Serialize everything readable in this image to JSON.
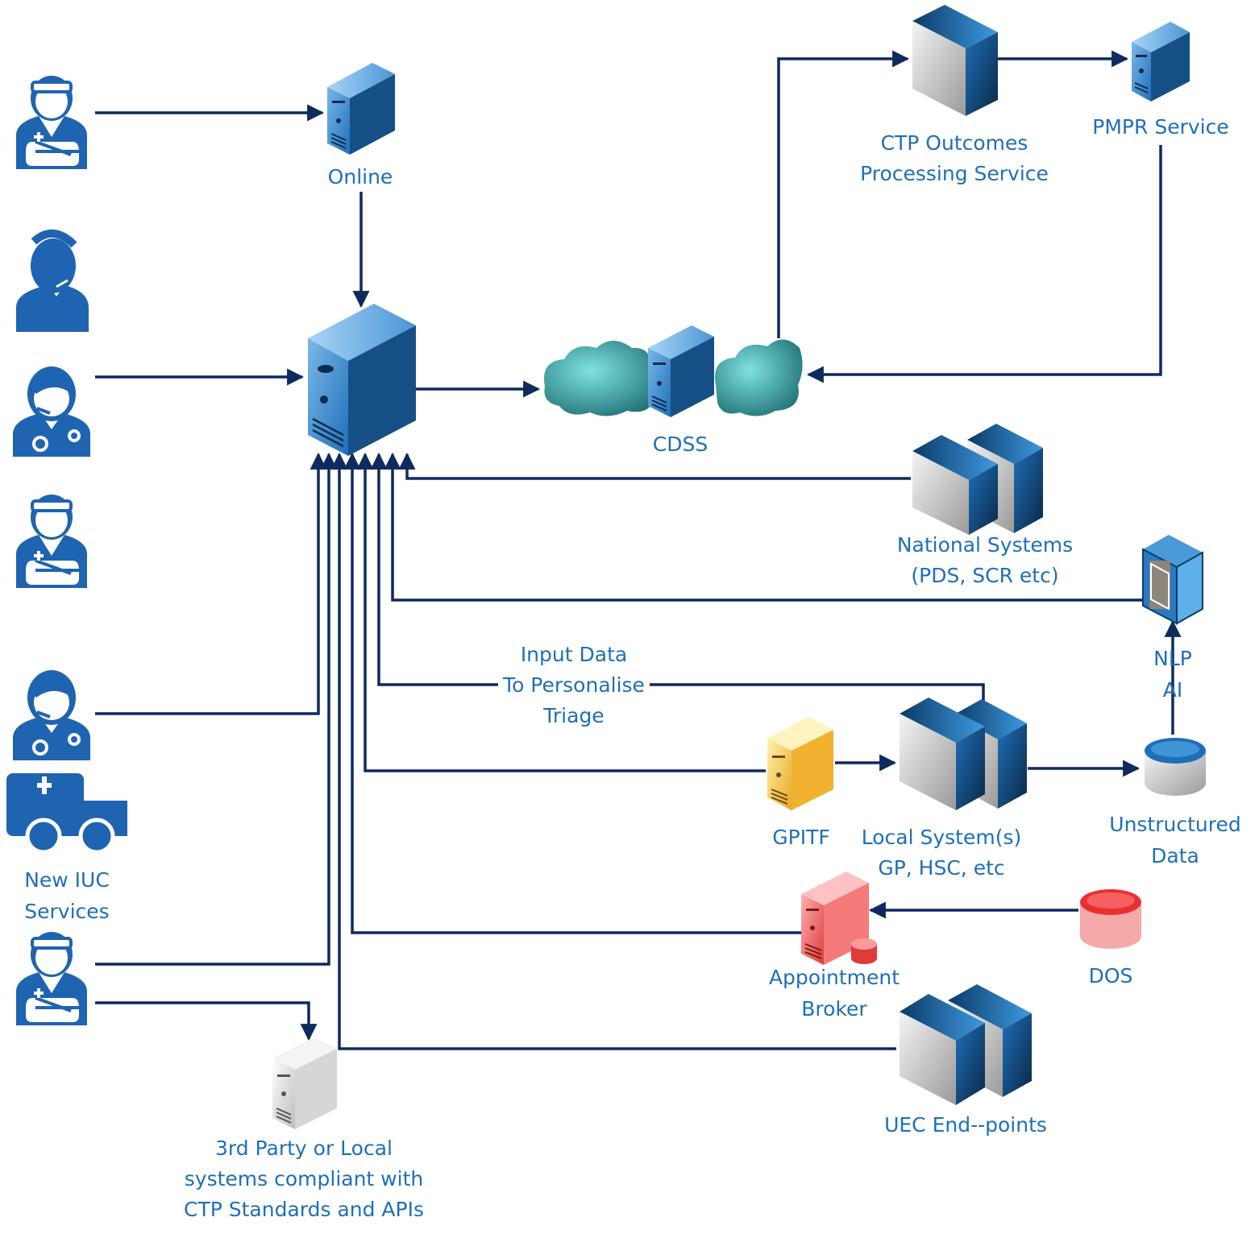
{
  "labels": {
    "online": "Online",
    "ctp_outcomes_1": "CTP Outcomes",
    "ctp_outcomes_2": "Processing Service",
    "pmpr": "PMPR Service",
    "cdss": "CDSS",
    "national_1": "National Systems",
    "national_2": "(PDS, SCR etc)",
    "nlp_1": "NLP",
    "nlp_2": "AI",
    "input_1": "Input Data",
    "input_2": "To Personalise",
    "input_3": "Triage",
    "gpitf": "GPITF",
    "local_1": "Local System(s)",
    "local_2": "GP, HSC, etc",
    "unstructured_1": "Unstructured",
    "unstructured_2": "Data",
    "appointment_1": "Appointment",
    "appointment_2": "Broker",
    "dos": "DOS",
    "uec": "UEC End--points",
    "iuc_1": "New IUC",
    "iuc_2": "Services",
    "third_1": "3rd Party or Local",
    "third_2": "systems compliant with",
    "third_3": "CTP Standards and APIs"
  },
  "colors": {
    "connector": "#0e2a5f",
    "label": "#1f6fb8",
    "person": "#1f64b0",
    "server_blue": "#3f8fd0",
    "gpitf_yellow": "#f2c94c",
    "appointment_red": "#f05a5a",
    "cloud": "#3aa9a9"
  }
}
